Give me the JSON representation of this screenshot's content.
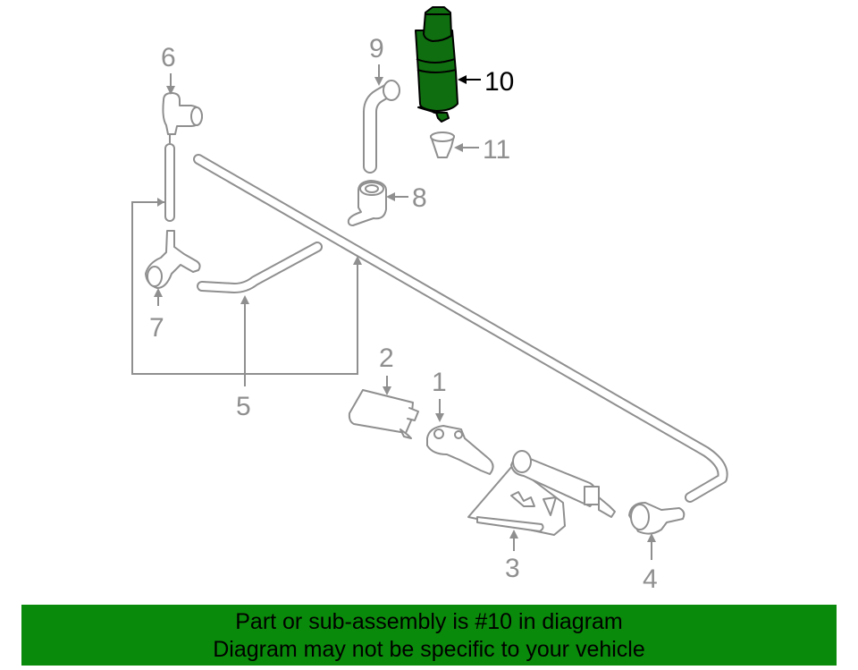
{
  "callouts": {
    "c1": "1",
    "c2": "2",
    "c3": "3",
    "c4": "4",
    "c5": "5",
    "c6": "6",
    "c7": "7",
    "c8": "8",
    "c9": "9",
    "c10": "10",
    "c11": "11"
  },
  "highlight": {
    "part_number": "10",
    "fill_color": "#0f6e0f"
  },
  "banner": {
    "line1": "Part or sub-assembly is #10 in diagram",
    "line2": "Diagram may not be specific to your vehicle",
    "background": "#0a8a0a"
  },
  "colors": {
    "line_gray": "#8f8f8f"
  }
}
